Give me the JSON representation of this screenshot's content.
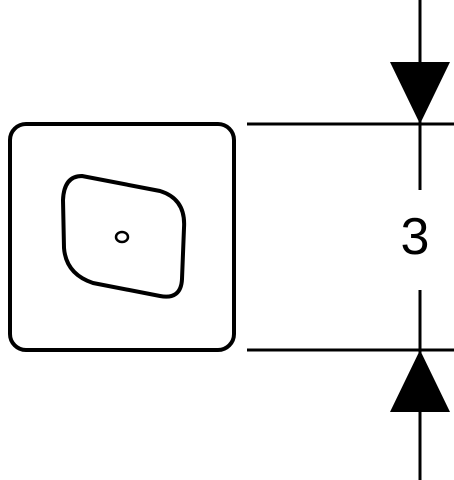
{
  "diagram": {
    "dimension": {
      "value": "3"
    },
    "colors": {
      "stroke": "#000000",
      "fill": "#ffffff",
      "arrow": "#000000"
    },
    "icons": {
      "outer": "rounded-square-outline",
      "inner": "rounded-quadrilateral-outline",
      "center": "small-circle",
      "arrows": "filled-triangle-arrowheads"
    }
  }
}
